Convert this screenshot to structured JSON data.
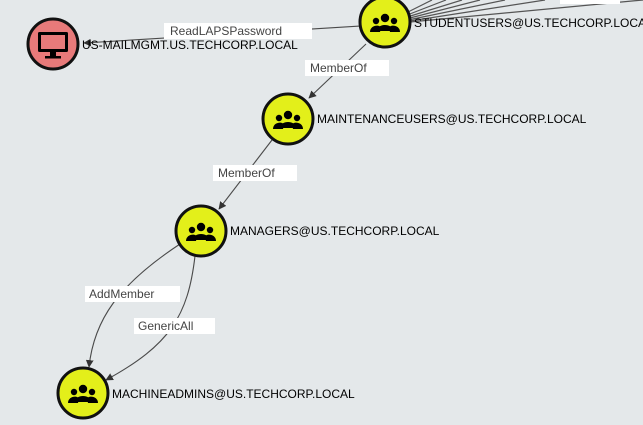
{
  "graph": {
    "nodes": {
      "mailmgmt": {
        "label": "US-MAILMGMT.US.TECHCORP.LOCAL",
        "kind": "computer",
        "icon": "computer-icon",
        "fill": "#e87a7a"
      },
      "studentusers": {
        "label": "STUDENTUSERS@US.TECHCORP.LOCAL",
        "kind": "group",
        "icon": "users-group-icon",
        "fill": "#e3ef1a"
      },
      "maintenanceusers": {
        "label": "MAINTENANCEUSERS@US.TECHCORP.LOCAL",
        "kind": "group",
        "icon": "users-group-icon",
        "fill": "#e3ef1a"
      },
      "managers": {
        "label": "MANAGERS@US.TECHCORP.LOCAL",
        "kind": "group",
        "icon": "users-group-icon",
        "fill": "#e3ef1a"
      },
      "machineadmins": {
        "label": "MACHINEADMINS@US.TECHCORP.LOCAL",
        "kind": "group",
        "icon": "users-group-icon",
        "fill": "#e3ef1a"
      }
    },
    "edges": {
      "readlaps": {
        "label": "ReadLAPSPassword",
        "from": "studentusers",
        "to": "mailmgmt"
      },
      "memberof1": {
        "label": "MemberOf",
        "from": "studentusers",
        "to": "maintenanceusers"
      },
      "memberof2": {
        "label": "MemberOf",
        "from": "maintenanceusers",
        "to": "managers"
      },
      "addmember": {
        "label": "AddMember",
        "from": "managers",
        "to": "machineadmins"
      },
      "genericall": {
        "label": "GenericAll",
        "from": "managers",
        "to": "machineadmins"
      }
    }
  }
}
